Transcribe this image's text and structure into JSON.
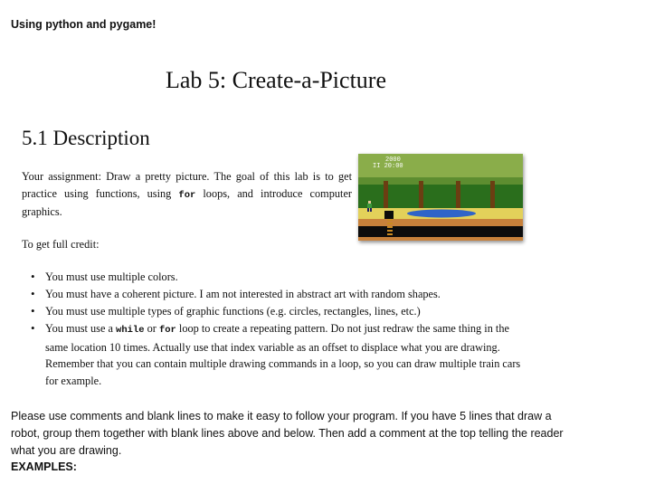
{
  "header_note": "Using python and pygame!",
  "lab_title": "Lab 5: Create-a-Picture",
  "section_heading": "5.1 Description",
  "intro": {
    "part1": "Your assignment: Draw a pretty picture. The goal of this lab is to get practice using functions, using ",
    "code_for": "for",
    "part2": " loops, and introduce computer graphics."
  },
  "full_credit_label": "To get full credit:",
  "requirements": {
    "item1": "You must use multiple colors.",
    "item2": "You must have a coherent picture. I am not interested in abstract art with random shapes.",
    "item3": "You must use multiple types of graphic functions (e.g. circles, rectangles, lines, etc.)",
    "item4": {
      "part1": "You must use a ",
      "code_while": "while",
      "part2": " or ",
      "code_for": "for",
      "part3": " loop to create a repeating pattern. Do not just redraw the same thing in the same location 10 times. Actually use that index variable as an offset to displace what you are drawing. Remember that you can contain multiple drawing commands in a loop, so you can draw multiple train cars for example."
    }
  },
  "comments_paragraph": "Please use comments and blank lines to make it easy to follow your program. If you have 5 lines that draw a robot, group them together with blank lines above and below. Then add a comment at the top telling the reader what you are drawing.",
  "examples_label": "EXAMPLES:",
  "game_image": {
    "score": "2000",
    "timer": "II 20:00",
    "colors": {
      "sky": "#8aad4a",
      "foliage": "#5d8d30",
      "trunk": "#6b3e12",
      "ground": "#2a6e1c",
      "path": "#e3d15a",
      "water": "#2f64c8",
      "dirt": "#c7813b",
      "tunnel": "#0c0c0c",
      "ladder": "#c98a22"
    }
  }
}
